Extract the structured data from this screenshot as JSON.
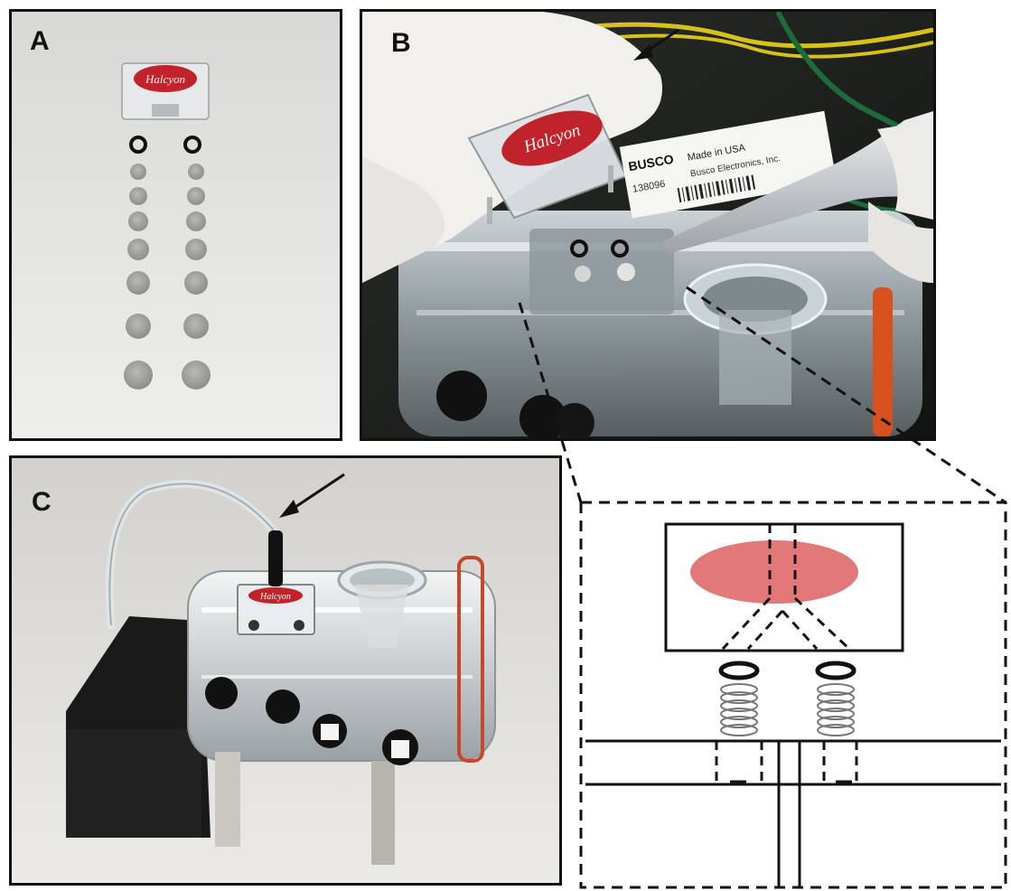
{
  "panels": {
    "a": {
      "label": "A"
    },
    "b": {
      "label": "B"
    },
    "c": {
      "label": "C"
    }
  },
  "device": {
    "brand_logo": "Halcyon",
    "sticker_brand": "BUSCO",
    "sticker_made_in": "Made in USA",
    "sticker_serial": "138096",
    "sticker_company": "Busco Electronics, Inc."
  },
  "colors": {
    "logo_red": "#c0232b",
    "diagram_red": "#e27878",
    "tubing_orange": "#d8501e"
  }
}
